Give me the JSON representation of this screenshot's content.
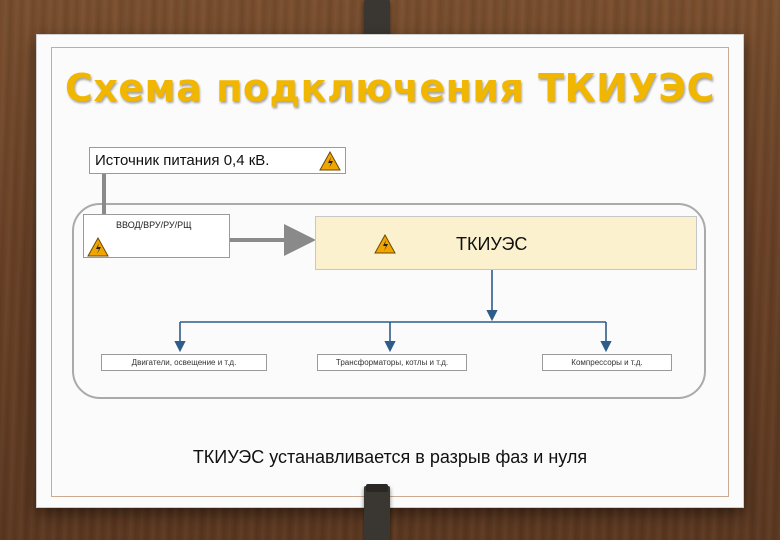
{
  "title": "Схема подключения ТКИУЭС",
  "source": {
    "label": "Источник питания 0,4 кВ."
  },
  "vvod": {
    "label": "ВВОД/ВРУ/РУ/РЩ"
  },
  "tkiues": {
    "label": "ТКИУЭС"
  },
  "consumers": [
    {
      "label": "Двигатели, освещение и т.д."
    },
    {
      "label": "Трансформаторы, котлы и т.д."
    },
    {
      "label": "Компрессоры и т.д."
    }
  ],
  "footer": "ТКИУЭС устанавливается в разрыв фаз и нуля",
  "colors": {
    "title": "#f1b600",
    "tkiues_fill": "#fcf1cf",
    "connector_blue": "#2e5d8a",
    "feed_gray": "#8a8a8a",
    "warning": "#f0a500"
  },
  "icons": [
    "warning-icon"
  ]
}
